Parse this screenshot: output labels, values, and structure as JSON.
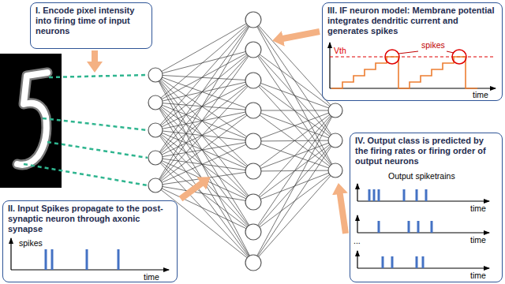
{
  "diagram": {
    "nodes": [
      {
        "text": [
          "I. Encode pixel intensity into firing time of input neurons"
        ]
      },
      {
        "text": [
          "II. Input Spikes propagate to the post-synaptic neuron through axonic synapse",
          "spikes",
          "time"
        ]
      },
      {
        "text": [
          "III. IF neuron model: Membrane potential integrates dendritic current and generates spikes",
          "Vth",
          "spikes",
          "time"
        ]
      },
      {
        "text": [
          "IV. Output class is predicted by the firing rates or firing order of output neurons",
          "Output spiketrains",
          "time",
          "time",
          "...",
          "time"
        ]
      }
    ]
  }
}
